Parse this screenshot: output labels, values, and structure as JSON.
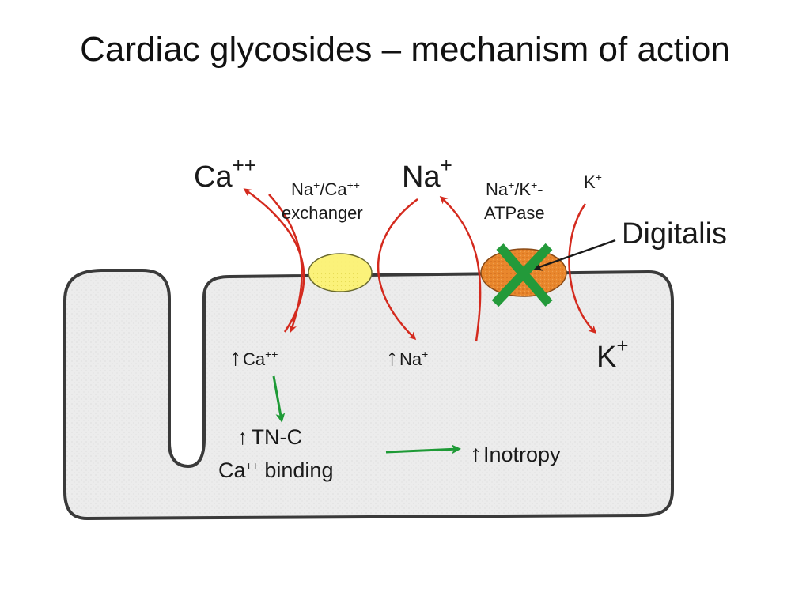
{
  "title": "Cardiac glycosides – mechanism of action",
  "colors": {
    "cell_fill": "#ececec",
    "cell_stroke": "#3a3a3a",
    "exchanger_fill": "#fbf27a",
    "pump_fill": "#e8862c",
    "red_arrow": "#d42a1e",
    "green_arrow": "#1e9a36",
    "block_x": "#239a3a"
  },
  "outside": {
    "ca": {
      "base": "Ca",
      "sup": "++"
    },
    "na": {
      "base": "Na",
      "sup": "+"
    },
    "exchanger_label": {
      "line1_na": "Na",
      "line1_sep": "/Ca",
      "line2": "exchanger"
    },
    "pump_label": {
      "line1_na": "Na",
      "line1_k": "/K",
      "line1_end": "-",
      "line2": "ATPase"
    },
    "k_small": {
      "base": "K",
      "sup": "+"
    },
    "drug": "Digitalis"
  },
  "inside": {
    "ca": {
      "arrow": "↑",
      "base": "Ca",
      "sup": "++"
    },
    "na": {
      "arrow": "↑",
      "base": "Na",
      "sup": "+"
    },
    "k": {
      "base": "K",
      "sup": "+"
    },
    "tnc": {
      "arrow": "↑",
      "line1": "TN-C",
      "line2_base": "Ca",
      "line2_sup": "++",
      "line2_rest": " binding"
    },
    "inotropy": {
      "arrow": "↑",
      "text": "Inotropy"
    }
  },
  "icons": {
    "block": "x-mark-icon"
  }
}
